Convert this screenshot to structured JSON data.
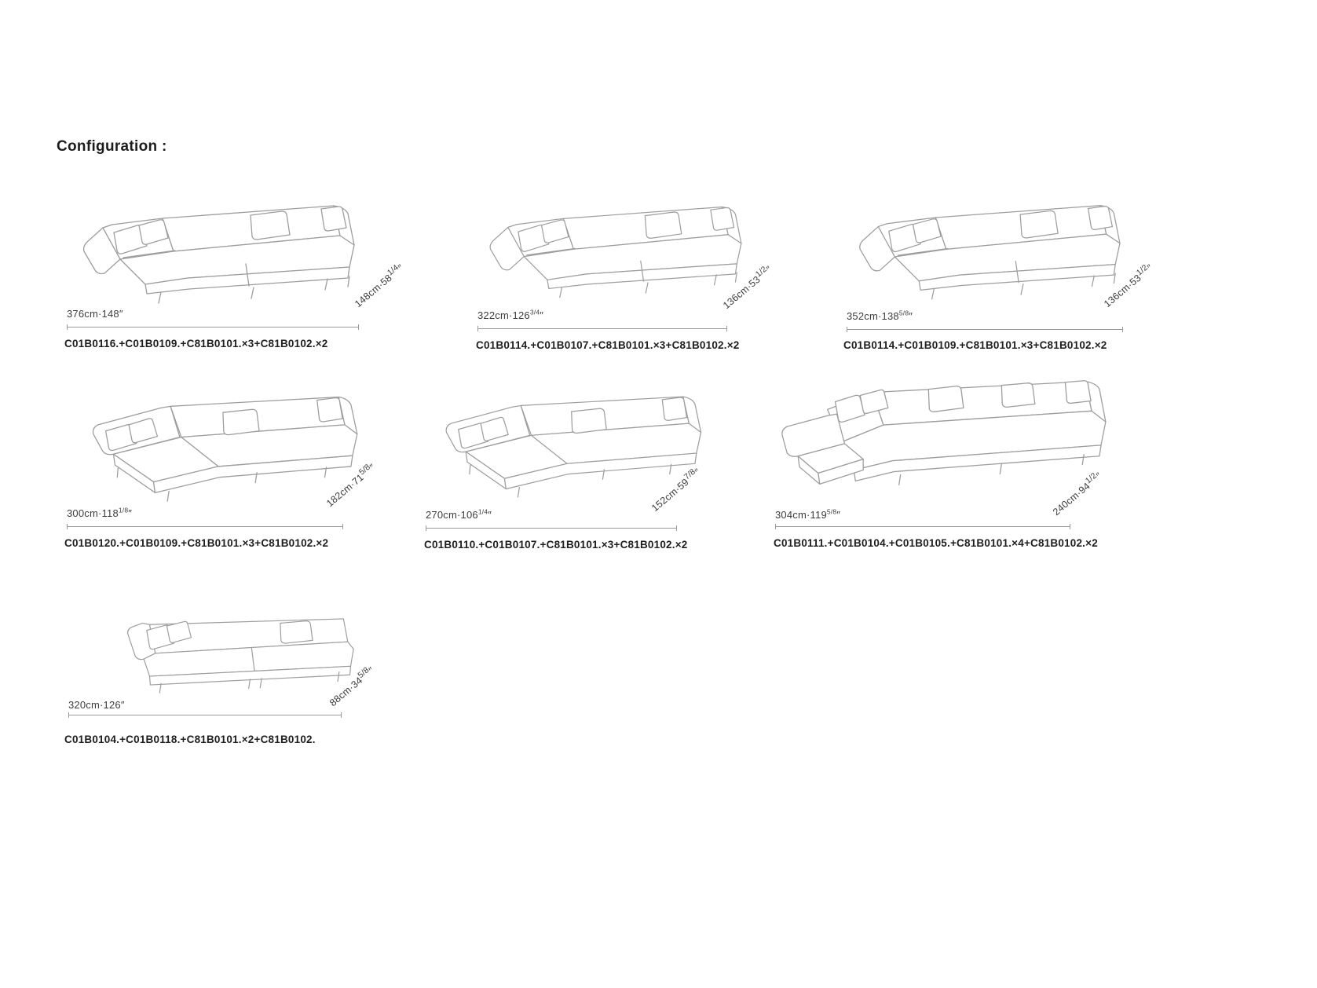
{
  "page": {
    "title": "Configuration :",
    "background": "#ffffff",
    "line_color": "#9d9d9d",
    "text_color": "#3c3c3c",
    "code_color": "#1e1e1e"
  },
  "configs": [
    {
      "drawing": "angled-sectional-sofa",
      "width": {
        "main": "376cm·148",
        "frac": "",
        "unit": "″"
      },
      "depth": {
        "main": "148cm·58",
        "frac": "1/4",
        "unit": "″"
      },
      "code": "C01B0116.+C01B0109.+C81B0101.×3+C81B0102.×2"
    },
    {
      "drawing": "angled-sectional-sofa",
      "width": {
        "main": "322cm·126",
        "frac": "3/4",
        "unit": "″"
      },
      "depth": {
        "main": "136cm·53",
        "frac": "1/2",
        "unit": "″"
      },
      "code": "C01B0114.+C01B0107.+C81B0101.×3+C81B0102.×2"
    },
    {
      "drawing": "angled-sectional-sofa",
      "width": {
        "main": "352cm·138",
        "frac": "5/8",
        "unit": "″"
      },
      "depth": {
        "main": "136cm·53",
        "frac": "1/2",
        "unit": "″"
      },
      "code": "C01B0114.+C01B0109.+C81B0101.×3+C81B0102.×2"
    },
    {
      "drawing": "chaise-sectional-sofa",
      "width": {
        "main": "300cm·118",
        "frac": "1/8",
        "unit": "″"
      },
      "depth": {
        "main": "182cm·71",
        "frac": "5/8",
        "unit": "″"
      },
      "code": "C01B0120.+C01B0109.+C81B0101.×3+C81B0102.×2"
    },
    {
      "drawing": "chaise-sectional-sofa",
      "width": {
        "main": "270cm·106",
        "frac": "1/4",
        "unit": "″"
      },
      "depth": {
        "main": "152cm·59",
        "frac": "7/8",
        "unit": "″"
      },
      "code": "C01B0110.+C01B0107.+C81B0101.×3+C81B0102.×2"
    },
    {
      "drawing": "corner-sectional-with-ottoman",
      "width": {
        "main": "304cm·119",
        "frac": "5/8",
        "unit": "″"
      },
      "depth": {
        "main": "240cm·94",
        "frac": "1/2",
        "unit": "″"
      },
      "code": "C01B0111.+C01B0104.+C01B0105.+C81B0101.×4+C81B0102.×2"
    },
    {
      "drawing": "straight-sofa",
      "width": {
        "main": "320cm·126",
        "frac": "",
        "unit": "″"
      },
      "depth": {
        "main": "88cm·34",
        "frac": "5/8",
        "unit": "″"
      },
      "code": "C01B0104.+C01B0118.+C81B0101.×2+C81B0102."
    }
  ]
}
